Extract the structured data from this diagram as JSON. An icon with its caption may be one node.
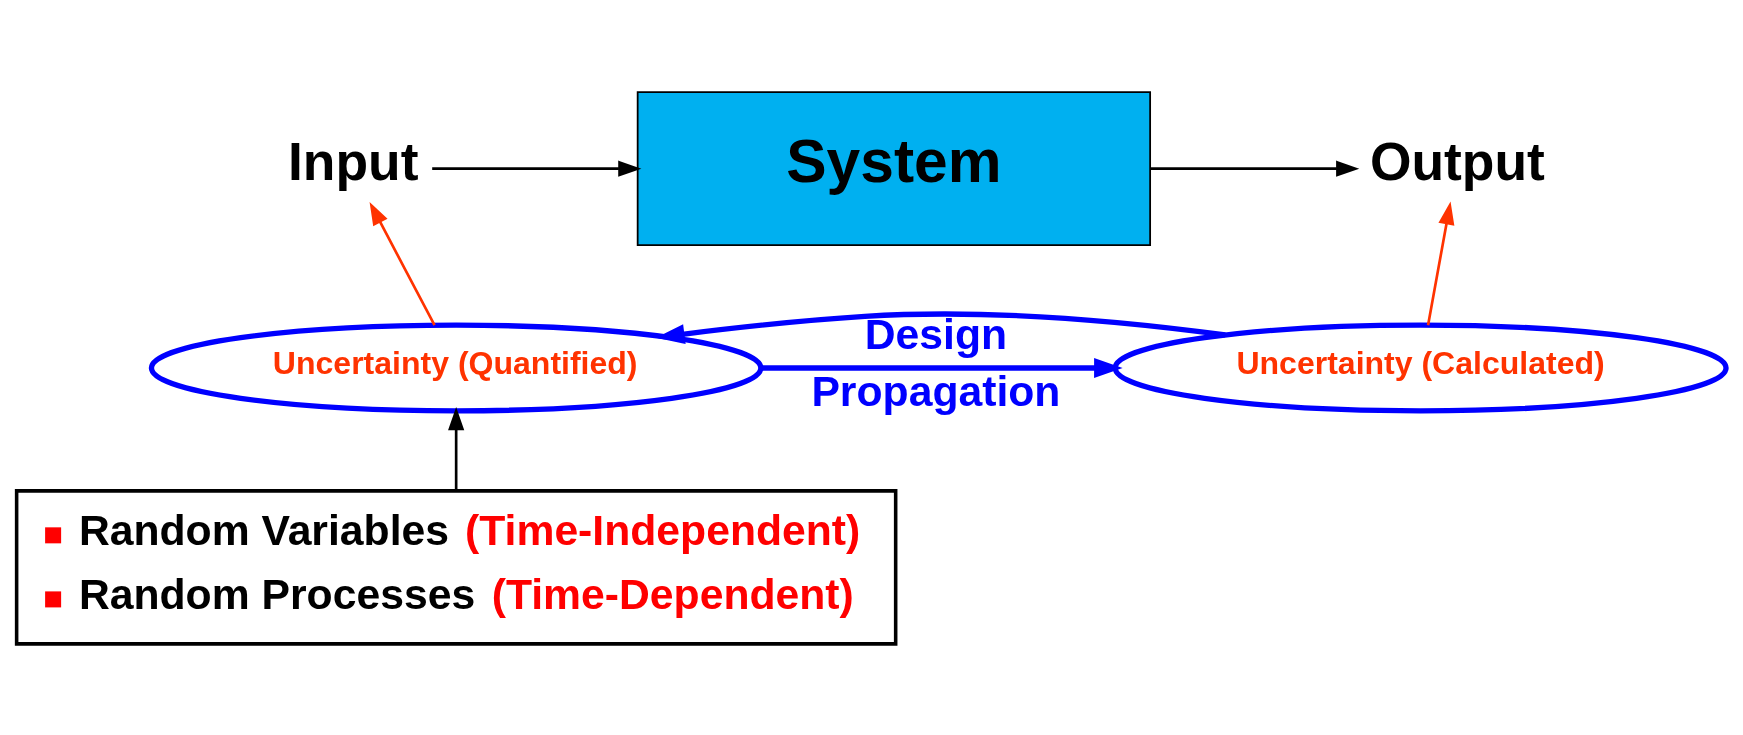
{
  "diagram": {
    "nodes": [
      {
        "text": [
          "Input"
        ]
      },
      {
        "text": [
          "System"
        ]
      },
      {
        "text": [
          "Output"
        ]
      },
      {
        "text": [
          "Uncertainty (Quantified)"
        ]
      },
      {
        "text": [
          "Uncertainty (Calculated)"
        ]
      },
      {
        "text": [
          "Random Variables (Time-Independent)",
          "Random Processes (Time-Dependent)"
        ]
      }
    ],
    "edges": [
      {
        "from": 0,
        "to": 1,
        "arrow": "to"
      },
      {
        "from": 1,
        "to": 2,
        "arrow": "to"
      },
      {
        "from": 3,
        "to": 0,
        "arrow": "to",
        "color": "#ff3300"
      },
      {
        "from": 4,
        "to": 2,
        "arrow": "to",
        "color": "#ff3300"
      },
      {
        "from": 3,
        "to": 4,
        "label": "Propagation",
        "arrow": "to",
        "style": "thick",
        "color": "#0000ff"
      },
      {
        "from": 4,
        "to": 3,
        "label": "Design",
        "arrow": "to",
        "style": "thick",
        "color": "#0000ff"
      },
      {
        "from": 5,
        "to": 3,
        "arrow": "to"
      }
    ]
  }
}
